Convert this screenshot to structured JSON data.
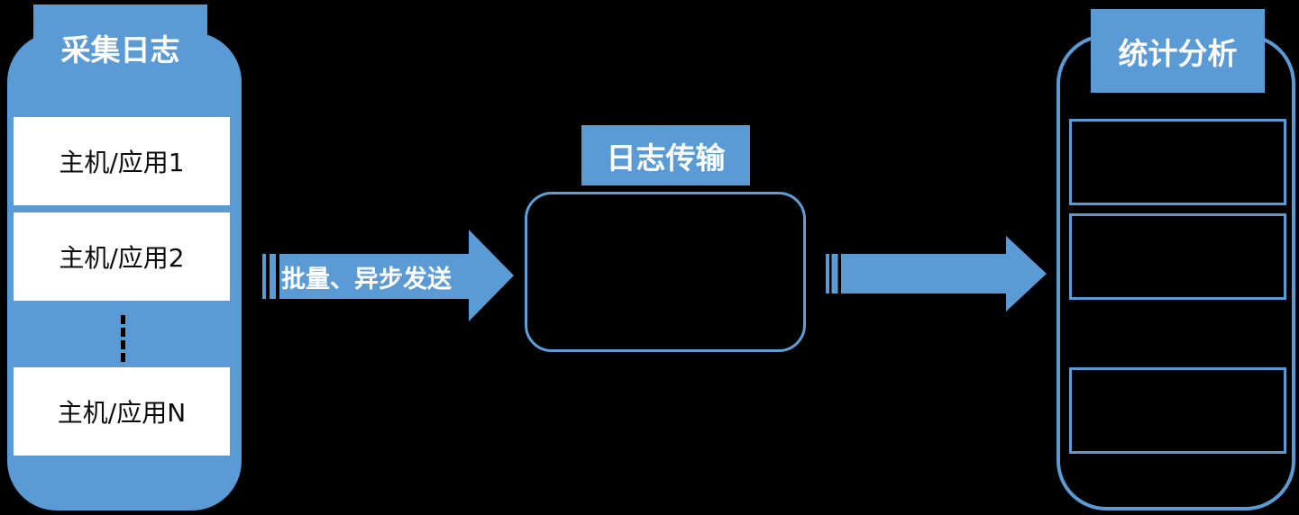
{
  "colors": {
    "background": "#000000",
    "blue_fill": "#5b9bd5",
    "blue_border": "#5f9ed6",
    "title_text": "#ffffff",
    "host_text": "#0d0d0d"
  },
  "collect_panel": {
    "title": "采集日志",
    "hosts": [
      "主机/应用1",
      "主机/应用2",
      "主机/应用N"
    ]
  },
  "batch_arrow": {
    "label": "批量、异步发送"
  },
  "transfer": {
    "title": "日志传输"
  },
  "analysis_panel": {
    "title": "统计分析",
    "box_count": 3
  }
}
